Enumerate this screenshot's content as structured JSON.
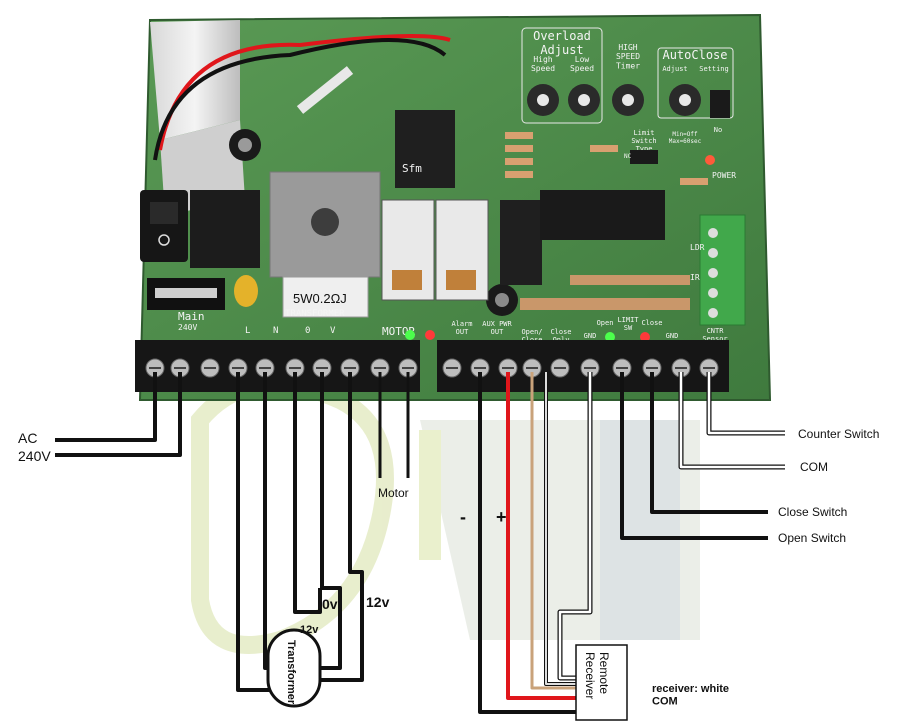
{
  "pcb": {
    "overload_adjust": "Overload\nAdjust",
    "high_speed": "High\nSpeed",
    "low_speed": "Low\nSpeed",
    "high_speed_timer": "HIGH\nSPEED\nTimer",
    "autoclose": "AutoClose",
    "autoclose_adjust": "Adjust",
    "autoclose_setting": "Setting",
    "no_label": "No",
    "limit_switch_type": "Limit\nSwitch\nType",
    "nc_label": "NC",
    "autoclose_range": "Min=Off\nMax=60sec",
    "power_label": "POWER",
    "resistor_label": "5W0.2ΩJ",
    "main_label": "Main",
    "main_voltage": "240V",
    "motor_label": "MOTOR",
    "transformer_label": "TRANSFORMER",
    "term_L": "L",
    "term_N": "N",
    "term_0v": "0",
    "term_V": "V",
    "alarm_out": "Alarm\nOUT",
    "aux_pwr_out": "AUX PWR\nOUT",
    "open_close": "Open/\nClose",
    "close_only": "Close\nOnly",
    "gnd": "GND",
    "open_limit": "Open",
    "limit_sw": "LIMIT\nSW",
    "close_limit": "Close",
    "cntr_sensor": "CNTR\nSensor",
    "ldr_label": "LDR",
    "ir_label": "IR",
    "relay_brand": "Sfm"
  },
  "labels": {
    "ac": "AC",
    "ac_voltage": "240V",
    "motor": "Motor",
    "minus": "-",
    "plus": "+",
    "zero_v": "0v",
    "twelve_v_big": "12v",
    "twelve_v_small": "12v",
    "transformer": "Transformer",
    "remote_receiver": "Remote\nReceiver",
    "receiver_note": "receiver: white\nCOM",
    "counter_switch": "Counter Switch",
    "com": "COM",
    "close_switch": "Close Switch",
    "open_switch": "Open Switch"
  },
  "colors": {
    "pcb_green": "#4c8a4a",
    "wire_black": "#111111",
    "wire_red": "#e0161b",
    "wire_tan": "#c9a27a",
    "wire_white": "#ffffff",
    "watermark": "#e4ebc4"
  }
}
